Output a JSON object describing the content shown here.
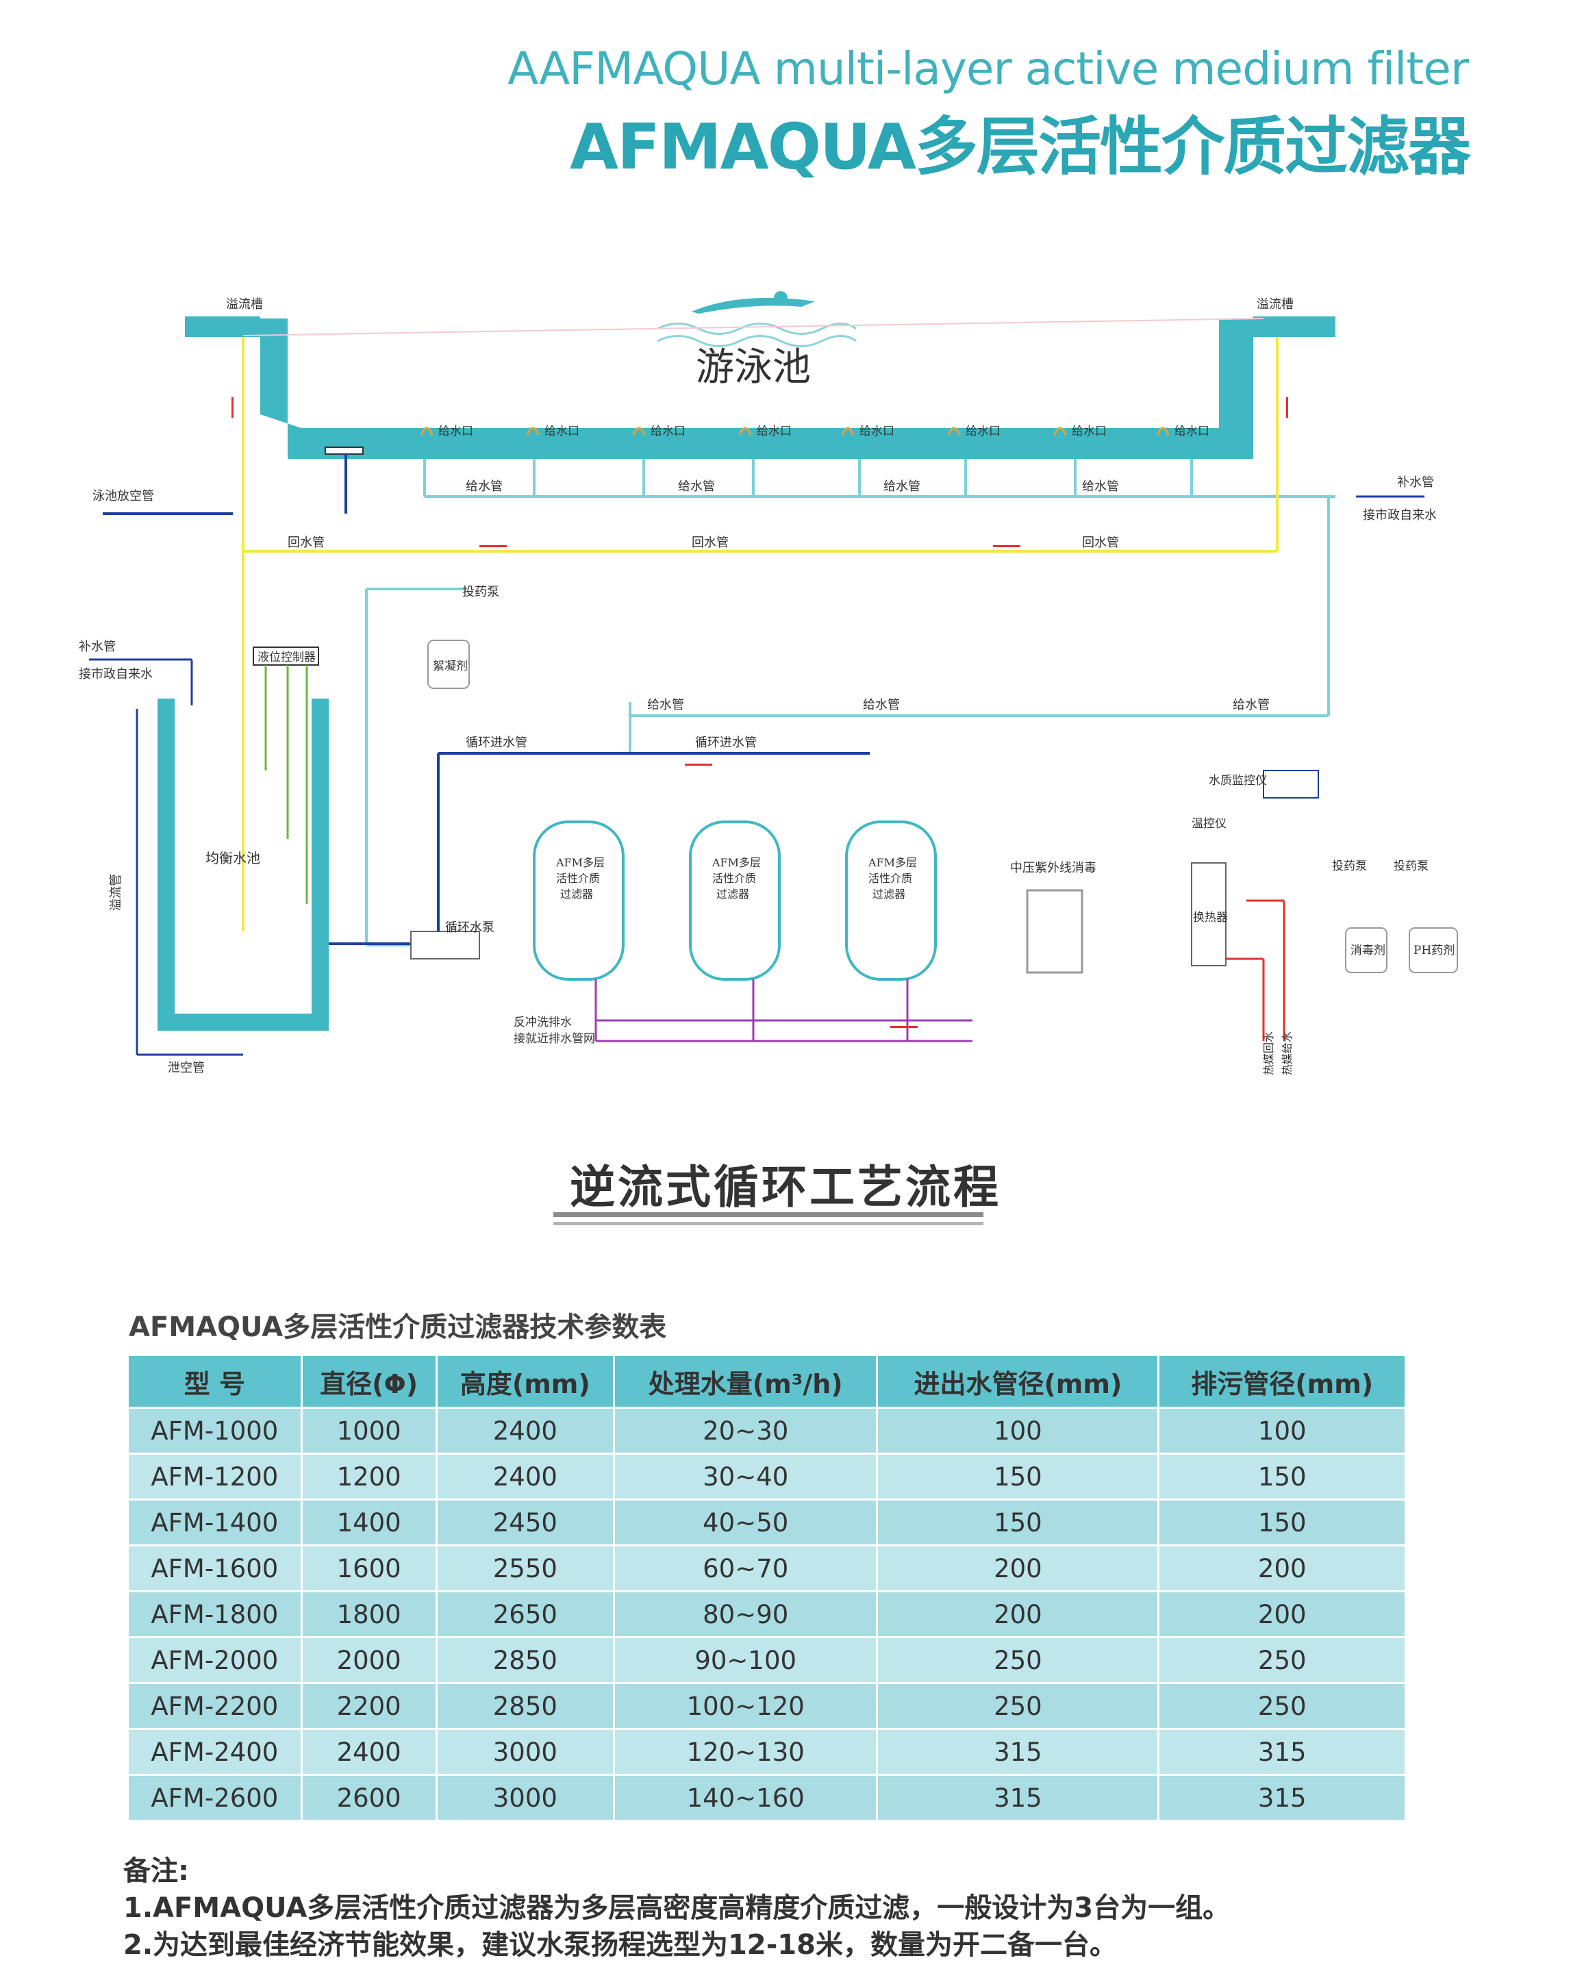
{
  "header": {
    "en_title": "AAFMAQUA multi-layer active medium filter",
    "cn_title": "AFMAQUA多层活性介质过滤器"
  },
  "diagram": {
    "pool_label": "游泳池",
    "overflow_left": "溢流槽",
    "overflow_right": "溢流槽",
    "return_pipe": "回水管",
    "supply_pipe": "给水管",
    "inlet": "给水口",
    "pool_drain": "泳池放空管",
    "makeup_pipe": "补水管",
    "city_water": "接市政自来水",
    "dosing_pump": "投药泵",
    "flocculant": "絮凝剂",
    "level_controller": "液位控制器",
    "balance_tank": "均衡水池",
    "overflow_pipe": "溢流管",
    "drain_pipe": "泄空管",
    "circ_inlet": "循环进水管",
    "circ_pump": "循环水泵",
    "filter_line1": "AFM多层",
    "filter_line2": "活性介质",
    "filter_line3": "过滤器",
    "uv": "中压紫外线消毒",
    "water_monitor": "水质监控仪",
    "thermostat": "温控仪",
    "heat_exchanger": "换热器",
    "disinfectant": "消毒剂",
    "ph_agent": "PH药剂",
    "backwash1": "反冲洗排水",
    "backwash2": "接就近排水管网",
    "heat_return": "热媒回水",
    "heat_supply": "热媒给水",
    "colors": {
      "pool": "#3fb8c4",
      "supply": "#7fd0d8",
      "return": "#f2e84a",
      "circ": "#1c3fa0",
      "drain": "#9b3fb0",
      "arrow": "#e2302e",
      "heat": "#e2302e",
      "level": "#6db83f"
    }
  },
  "section_title": "逆流式循环工艺流程",
  "table": {
    "title": "AFMAQUA多层活性介质过滤器技术参数表",
    "headers": [
      "型 号",
      "直径(Φ)",
      "高度(mm)",
      "处理水量(m³/h)",
      "进出水管径(mm)",
      "排污管径(mm)"
    ],
    "rows": [
      [
        "AFM-1000",
        "1000",
        "2400",
        "20~30",
        "100",
        "100"
      ],
      [
        "AFM-1200",
        "1200",
        "2400",
        "30~40",
        "150",
        "150"
      ],
      [
        "AFM-1400",
        "1400",
        "2450",
        "40~50",
        "150",
        "150"
      ],
      [
        "AFM-1600",
        "1600",
        "2550",
        "60~70",
        "200",
        "200"
      ],
      [
        "AFM-1800",
        "1800",
        "2650",
        "80~90",
        "200",
        "200"
      ],
      [
        "AFM-2000",
        "2000",
        "2850",
        "90~100",
        "250",
        "250"
      ],
      [
        "AFM-2200",
        "2200",
        "2850",
        "100~120",
        "250",
        "250"
      ],
      [
        "AFM-2400",
        "2400",
        "3000",
        "120~130",
        "315",
        "315"
      ],
      [
        "AFM-2600",
        "2600",
        "3000",
        "140~160",
        "315",
        "315"
      ]
    ]
  },
  "notes": {
    "heading": "备注:",
    "line1": "1.AFMAQUA多层活性介质过滤器为多层高密度高精度介质过滤，一般设计为3台为一组。",
    "line2": "2.为达到最佳经济节能效果，建议水泵扬程选型为12-18米，数量为开二备一台。"
  }
}
